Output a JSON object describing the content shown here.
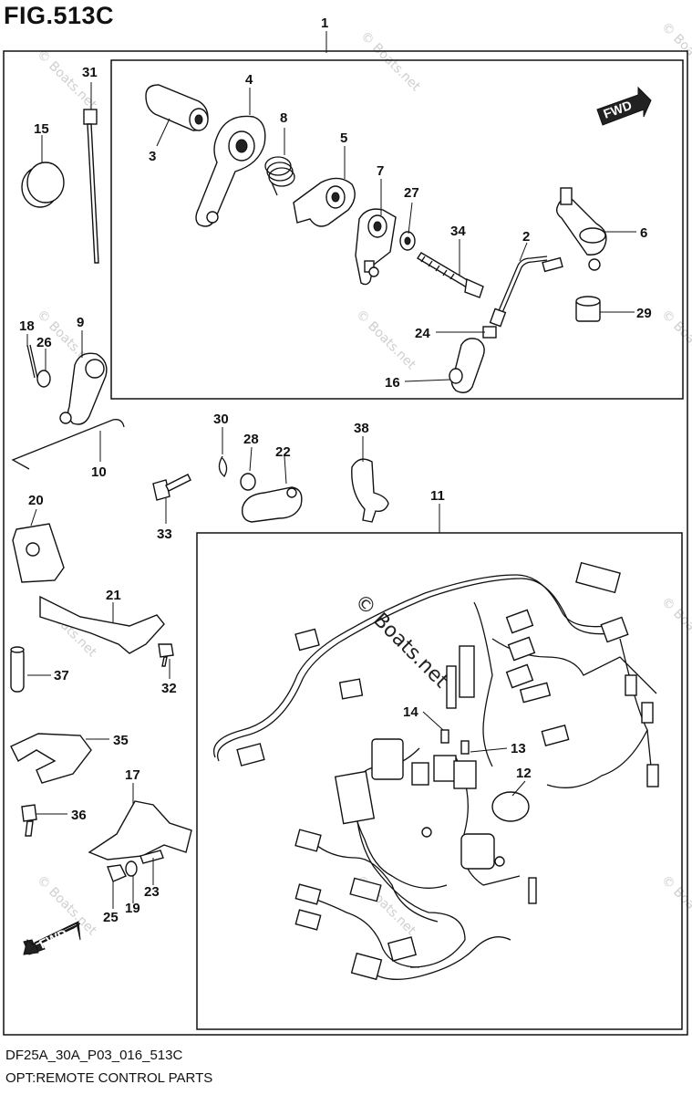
{
  "figure": {
    "title": "FIG.513C",
    "code": "DF25A_30A_P03_016_513C",
    "caption": "OPT:REMOTE CONTROL PARTS"
  },
  "watermark": {
    "text": "© Boats.net",
    "main_text": "© Boats.net"
  },
  "fwd_arrows": [
    "FWD",
    "FWD"
  ],
  "callouts": {
    "c1": "1",
    "c2": "2",
    "c3": "3",
    "c4": "4",
    "c5": "5",
    "c6": "6",
    "c7": "7",
    "c8": "8",
    "c9": "9",
    "c10": "10",
    "c11": "11",
    "c12": "12",
    "c13": "13",
    "c14": "14",
    "c15": "15",
    "c16": "16",
    "c17": "17",
    "c18": "18",
    "c19": "19",
    "c20": "20",
    "c21": "21",
    "c22": "22",
    "c23": "23",
    "c24": "24",
    "c25": "25",
    "c26": "26",
    "c27": "27",
    "c28": "28",
    "c29": "29",
    "c30": "30",
    "c31": "31",
    "c32": "32",
    "c33": "33",
    "c34": "34",
    "c35": "35",
    "c36": "36",
    "c37": "37",
    "c38": "38"
  }
}
